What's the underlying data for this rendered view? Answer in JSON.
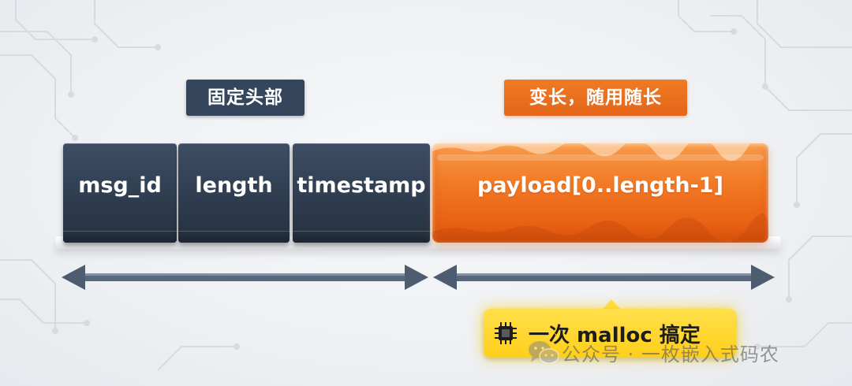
{
  "labels": {
    "fixed_header": "固定头部",
    "variable": "变长，随用随长"
  },
  "fields": {
    "msg_id": "msg_id",
    "length": "length",
    "timestamp": "timestamp",
    "payload": "payload[0..length-1]"
  },
  "badge": {
    "text": "一次 malloc 搞定",
    "icon": "chip-icon"
  },
  "watermark": {
    "text": "公众号 · 一枚嵌入式码农",
    "icon": "wechat-icon"
  },
  "colors": {
    "header_block": "#34455c",
    "payload_block": "#f27a25",
    "badge": "#ffd21f",
    "arrow": "#4e5c70"
  }
}
